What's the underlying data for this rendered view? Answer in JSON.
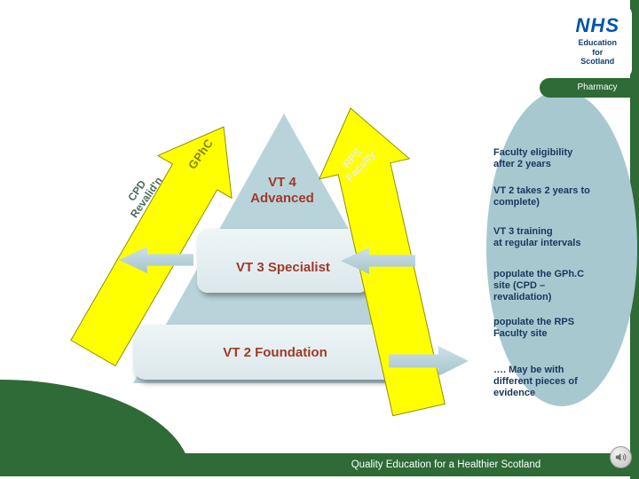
{
  "header": {
    "nhs": "NHS",
    "org": "Education\nfor\nScotland",
    "tab": "Pharmacy"
  },
  "pyramid": {
    "vt4": "VT 4\nAdvanced",
    "vt3": "VT 3 Specialist",
    "vt2": "VT 2 Foundation"
  },
  "arrows": {
    "gphc": "GPhC",
    "cpd": "CPD\nRevalid'n",
    "rps": "RPS\nFaculty"
  },
  "notes": [
    "Faculty eligibility\nafter 2 years",
    "VT 2 takes 2 years to\ncomplete)",
    "VT 3 training\nat regular intervals",
    "populate the GPh.C\nsite (CPD –\nrevalidation)",
    "populate the RPS\nFaculty site",
    "…. May be with\ndifferent pieces of\nevidence"
  ],
  "footer": {
    "text": "Quality Education for a Healthier Scotland"
  },
  "colors": {
    "green": "#2e6b36",
    "yellow": "#ffff00",
    "pyramid": "#b9d3da",
    "arrowblue": "#b7d2da",
    "maroon": "#a03a28",
    "navy": "#17375d",
    "nhsblue": "#0055a5",
    "ellipse": "#a8c8d0"
  }
}
